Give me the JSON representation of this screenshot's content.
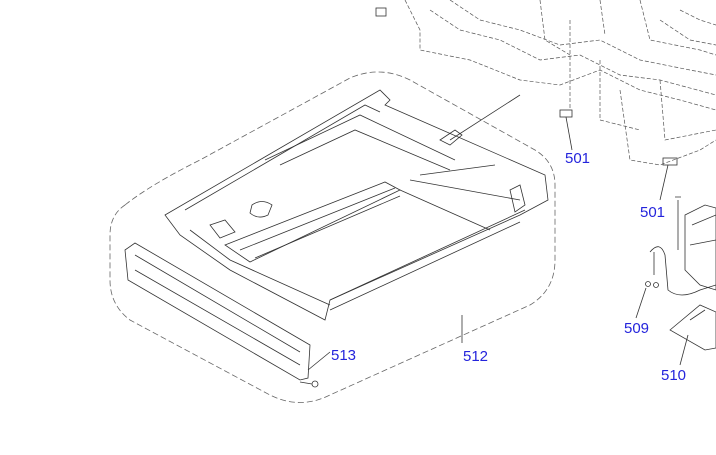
{
  "diagram": {
    "label_color": "#2424dc",
    "part_labels": [
      {
        "id": "501a",
        "text": "501"
      },
      {
        "id": "501b",
        "text": "501"
      },
      {
        "id": "509",
        "text": "509"
      },
      {
        "id": "510",
        "text": "510"
      },
      {
        "id": "512",
        "text": "512"
      },
      {
        "id": "513",
        "text": "513"
      }
    ]
  }
}
